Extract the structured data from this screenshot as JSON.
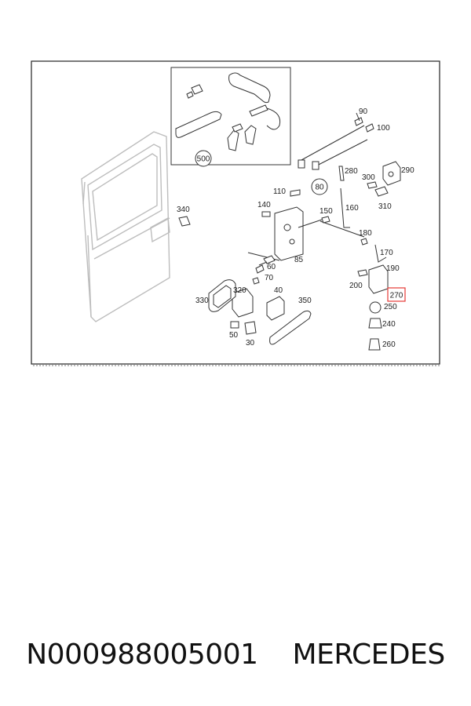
{
  "callouts": {
    "c30": "30",
    "c40": "40",
    "c50": "50",
    "c60": "60",
    "c70": "70",
    "c80": "80",
    "c85": "85",
    "c90": "90",
    "c100": "100",
    "c110": "110",
    "c140": "140",
    "c150": "150",
    "c160": "160",
    "c170": "170",
    "c180": "180",
    "c190": "190",
    "c200": "200",
    "c240": "240",
    "c250": "250",
    "c260": "260",
    "c270": "270",
    "c280": "280",
    "c290": "290",
    "c300": "300",
    "c310": "310",
    "c320": "320",
    "c330": "330",
    "c340": "340",
    "c350": "350",
    "c500": "500"
  },
  "highlight_color": "#e53935",
  "caption": {
    "part_number": "N000988005001",
    "brand": "MERCEDES"
  }
}
